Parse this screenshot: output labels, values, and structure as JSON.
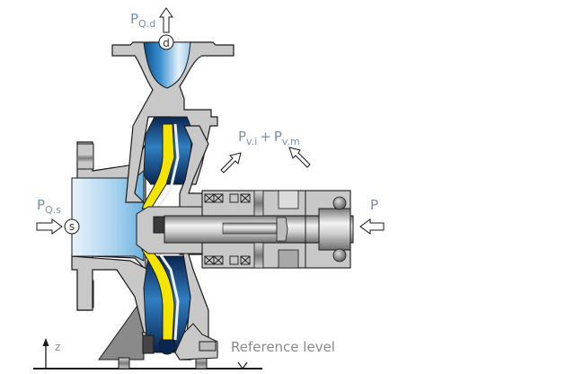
{
  "diagram": {
    "title": "Centrifugal pump power and pressure reference diagram",
    "labels": {
      "discharge_power": {
        "main": "P",
        "sub": "Q.d"
      },
      "suction_power": {
        "main": "P",
        "sub": "Q.s"
      },
      "losses": {
        "first_main": "P",
        "first_sub": "v.i",
        "plus": "+",
        "second_main": "P",
        "second_sub": "v.m"
      },
      "input_power": "P",
      "discharge_marker": "d",
      "suction_marker": "s",
      "z_axis": "z",
      "reference_level": "Reference level"
    },
    "colors": {
      "label_blue": "#7a8fa8",
      "casing_grey": "#c8c8c8",
      "fluid_light": "#cfe6f5",
      "fluid_mid": "#5aa7d8",
      "fluid_dark": "#0a2f5c",
      "impeller_yellow": "#f5e400",
      "outline": "#1a1a1a"
    }
  }
}
